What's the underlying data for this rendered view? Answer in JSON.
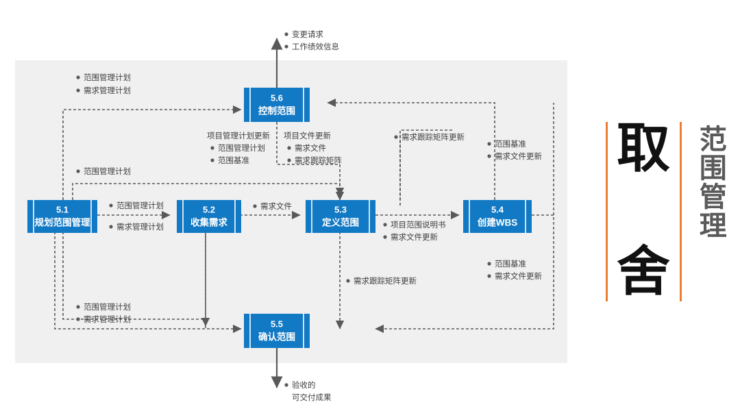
{
  "diagram": {
    "title_panel": {
      "emphasis_top": "取",
      "emphasis_bottom": "舍",
      "vertical_title": "范围管理",
      "rule_color": "#ED7D31",
      "emphasis_color": "#111111",
      "title_color": "#5A5A5A"
    },
    "canvas": {
      "background": "#FFFFFF",
      "panel_background": "#F0F0F0",
      "box_fill": "#1279C4",
      "connector_color": "#595959"
    },
    "processes": [
      {
        "id": "5.1",
        "number": "5.1",
        "name": "规划范围管理"
      },
      {
        "id": "5.2",
        "number": "5.2",
        "name": "收集需求"
      },
      {
        "id": "5.3",
        "number": "5.3",
        "name": "定义范围"
      },
      {
        "id": "5.4",
        "number": "5.4",
        "name": "创建WBS"
      },
      {
        "id": "5.5",
        "number": "5.5",
        "name": "确认范围"
      },
      {
        "id": "5.6",
        "number": "5.6",
        "name": "控制范围"
      }
    ],
    "annotations": {
      "top_output_1": "变更请求",
      "top_output_2": "工作绩效信息",
      "plan_to_collect_1": "范围管理计划",
      "plan_to_collect_2": "需求管理计划",
      "collect_to_define": "需求文件",
      "define_to_wbs_1": "项目范围说明书",
      "define_to_wbs_2": "需求文件更新",
      "upper_left_1": "范围管理计划",
      "upper_left_2": "需求管理计划",
      "mid_left": "范围管理计划",
      "lower_left_1": "范围管理计划",
      "lower_left_2": "需求管理计划",
      "pm_plan_update_head": "项目管理计划更新",
      "pm_plan_update_1": "范围管理计划",
      "pm_plan_update_2": "范围基准",
      "project_doc_update_head": "项目文件更新",
      "project_doc_update_1": "需求文件",
      "project_doc_update_2": "需求跟踪矩阵",
      "rtm_update_to_control": "需求跟踪矩阵更新",
      "wbs_out_upper_1": "范围基准",
      "wbs_out_upper_2": "需求文件更新",
      "wbs_out_lower_1": "范围基准",
      "wbs_out_lower_2": "需求文件更新",
      "rtm_update_to_validate": "需求跟踪矩阵更新",
      "bottom_output_1": "验收的",
      "bottom_output_2": "可交付成果"
    }
  }
}
